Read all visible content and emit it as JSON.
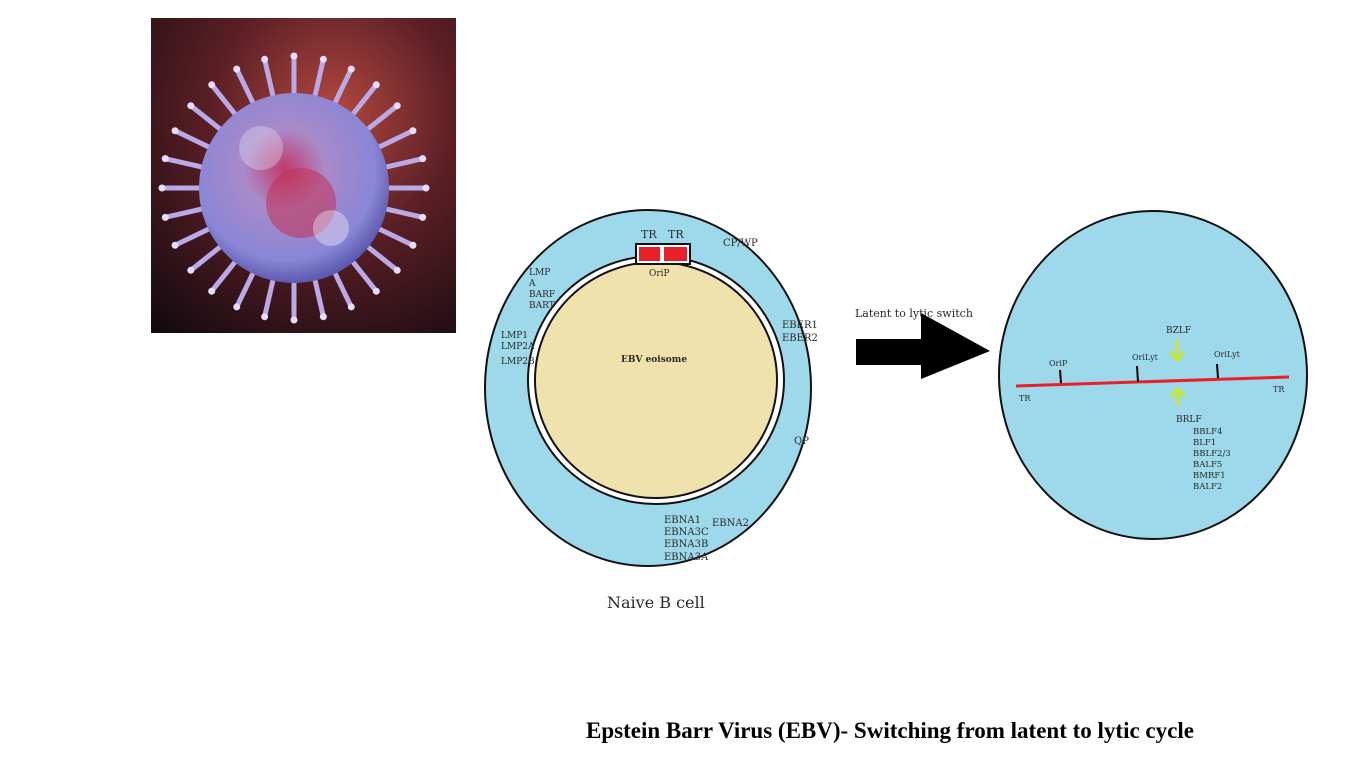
{
  "caption": "Epstein Barr Virus (EBV)- Switching from latent to lytic cycle",
  "colors": {
    "cell_blue": "#9dd9ea",
    "episome_tan": "#efe2ad",
    "red": "#e8202a",
    "arrow_green": "#c8e62a"
  },
  "latent_cell": {
    "title": "Naive B cell",
    "tr_left": "TR",
    "tr_right": "TR",
    "orip": "OriP",
    "center": "EBV eoisome",
    "cp_wp": "CP/WP",
    "lmp_a_lines": [
      "LMP",
      "A",
      "BARF",
      "BART"
    ],
    "lmp_lines": [
      "LMP1",
      "LMP2A",
      "LMP2B"
    ],
    "eber_lines": [
      "EBER1",
      "EBER2"
    ],
    "qp": "QP",
    "ebna_lines": [
      "EBNA1",
      "EBNA3C",
      "EBNA3B",
      "EBNA3A"
    ],
    "ebna2": "EBNA2"
  },
  "switch": {
    "label": "Latent to lytic switch"
  },
  "lytic_cell": {
    "orip": "OriP",
    "orilyt_1": "OriLyt",
    "orilyt_2": "OriLyt",
    "bzlf": "BZLF",
    "brlf": "BRLF",
    "tr_left": "TR",
    "tr_right": "TR",
    "gene_lines": [
      "BBLF4",
      "BLF1",
      "BBLF2/3",
      "BALF5",
      "BMRF1",
      "BALF2"
    ]
  }
}
